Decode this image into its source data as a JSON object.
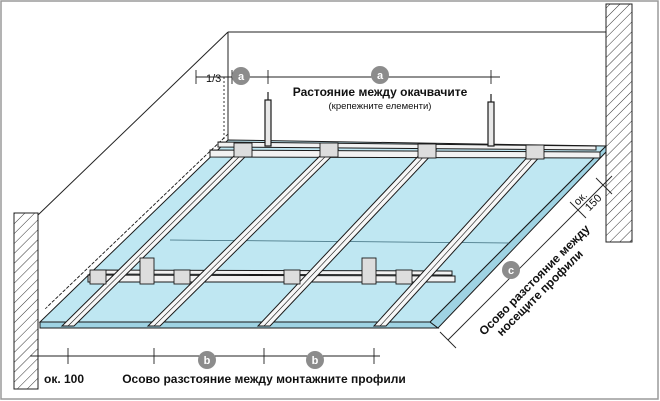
{
  "labels": {
    "fraction": "1/3",
    "a_left": "a",
    "a_center": "a",
    "a_title": "Растояние между окачвачите",
    "a_subtitle": "(крепежните елементи)",
    "c": "c",
    "c_line1": "Осово разстояние между",
    "c_line2": "носещите профили",
    "ok150_a": "ок.",
    "ok150_b": "150",
    "ok100": "ок. 100",
    "b_left": "b",
    "b_right": "b",
    "b_text": "Осово разстояние между монтажните профили"
  },
  "colors": {
    "panel": "#bfe7f2",
    "panel_dark": "#9fd3e3",
    "outline": "#1a1a1a",
    "circle": "#8c8c8c",
    "frame": "#9a9a9a"
  }
}
